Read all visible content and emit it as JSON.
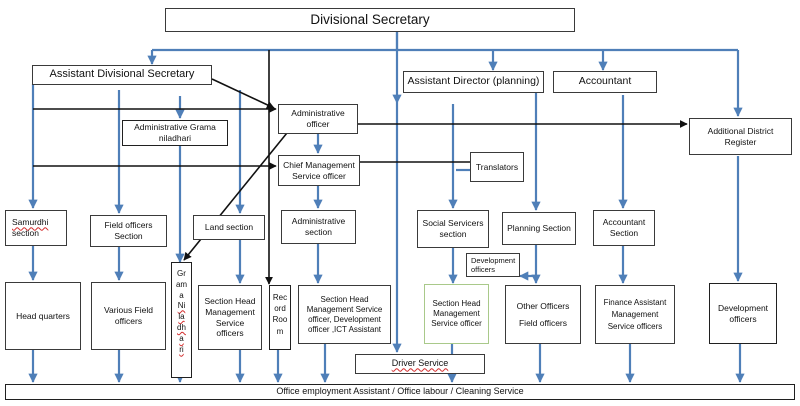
{
  "colors": {
    "arrow": "#4f7fb8",
    "line": "#111111"
  },
  "diagram": {
    "divisional_secretary": "Divisional Secretary",
    "assistant_divisional_secretary": "Assistant Divisional Secretary",
    "administrative_grama_niladhari": [
      "Administrative Grama",
      "niladhari"
    ],
    "administrative_officer": [
      "Administrative",
      "officer"
    ],
    "chief_management_service_officer": [
      "Chief Management",
      "Service officer"
    ],
    "translators": "Translators",
    "assistant_director_planning": "Assistant Director (planning)",
    "accountant": "Accountant",
    "additional_district_register": [
      "Additional District",
      "Register"
    ],
    "samurdhi_section": [
      "Samurdhi",
      "section"
    ],
    "field_officers_section": [
      "Field officers",
      "Section"
    ],
    "land_section": "Land section",
    "administrative_section": [
      "Administrative",
      "section"
    ],
    "social_servicers_section": [
      "Social Servicers",
      "section"
    ],
    "planning_section": "Planning Section",
    "accountant_section": [
      "Accountant",
      "Section"
    ],
    "development_officers_small": [
      "Development",
      "officers"
    ],
    "head_quarters": "Head quarters",
    "various_field_officers": [
      "Various Field",
      "officers"
    ],
    "grama_niladhari": [
      "Gr",
      "am",
      "a",
      "Ni",
      "la",
      "dh",
      "a",
      "ri"
    ],
    "section_head_mso_land": [
      "Section Head",
      "Management",
      "Service",
      "officers"
    ],
    "record_room": [
      "Rec",
      "ord",
      "Roo",
      "m"
    ],
    "section_head_admin": [
      "Section Head",
      "Management Service",
      "officer, Development",
      "officer ,ICT Assistant"
    ],
    "section_head_social": [
      "Section Head",
      "Management",
      "Service officer"
    ],
    "other_officers": [
      "Other Officers",
      "Field officers"
    ],
    "finance_assistant": [
      "Finance Assistant",
      "Management",
      "Service officers"
    ],
    "development_officers": [
      "Development",
      "officers"
    ],
    "driver_service": "Driver  Service",
    "bottom_bar": "Office employment  Assistant  / Office labour / Cleaning Service"
  }
}
